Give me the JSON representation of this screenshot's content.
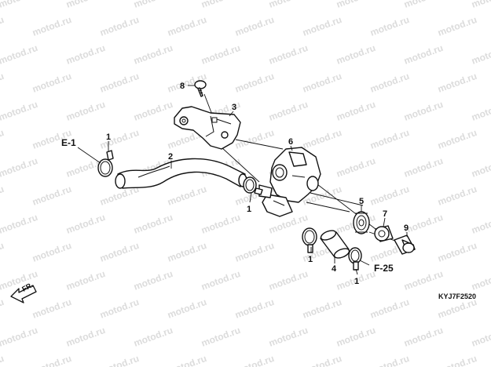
{
  "watermark": "motod.ru",
  "callouts": {
    "p1a": "1",
    "p1b": "1",
    "p1c": "1",
    "p1d": "1",
    "p2": "2",
    "p3": "3",
    "p4": "4",
    "p5": "5",
    "p6": "6",
    "p7": "7",
    "p8": "8",
    "p9": "9"
  },
  "refs": {
    "e1": "E-1",
    "f25": "F-25"
  },
  "front_label": "FR.",
  "diagram_code": "KYJ7F2520"
}
